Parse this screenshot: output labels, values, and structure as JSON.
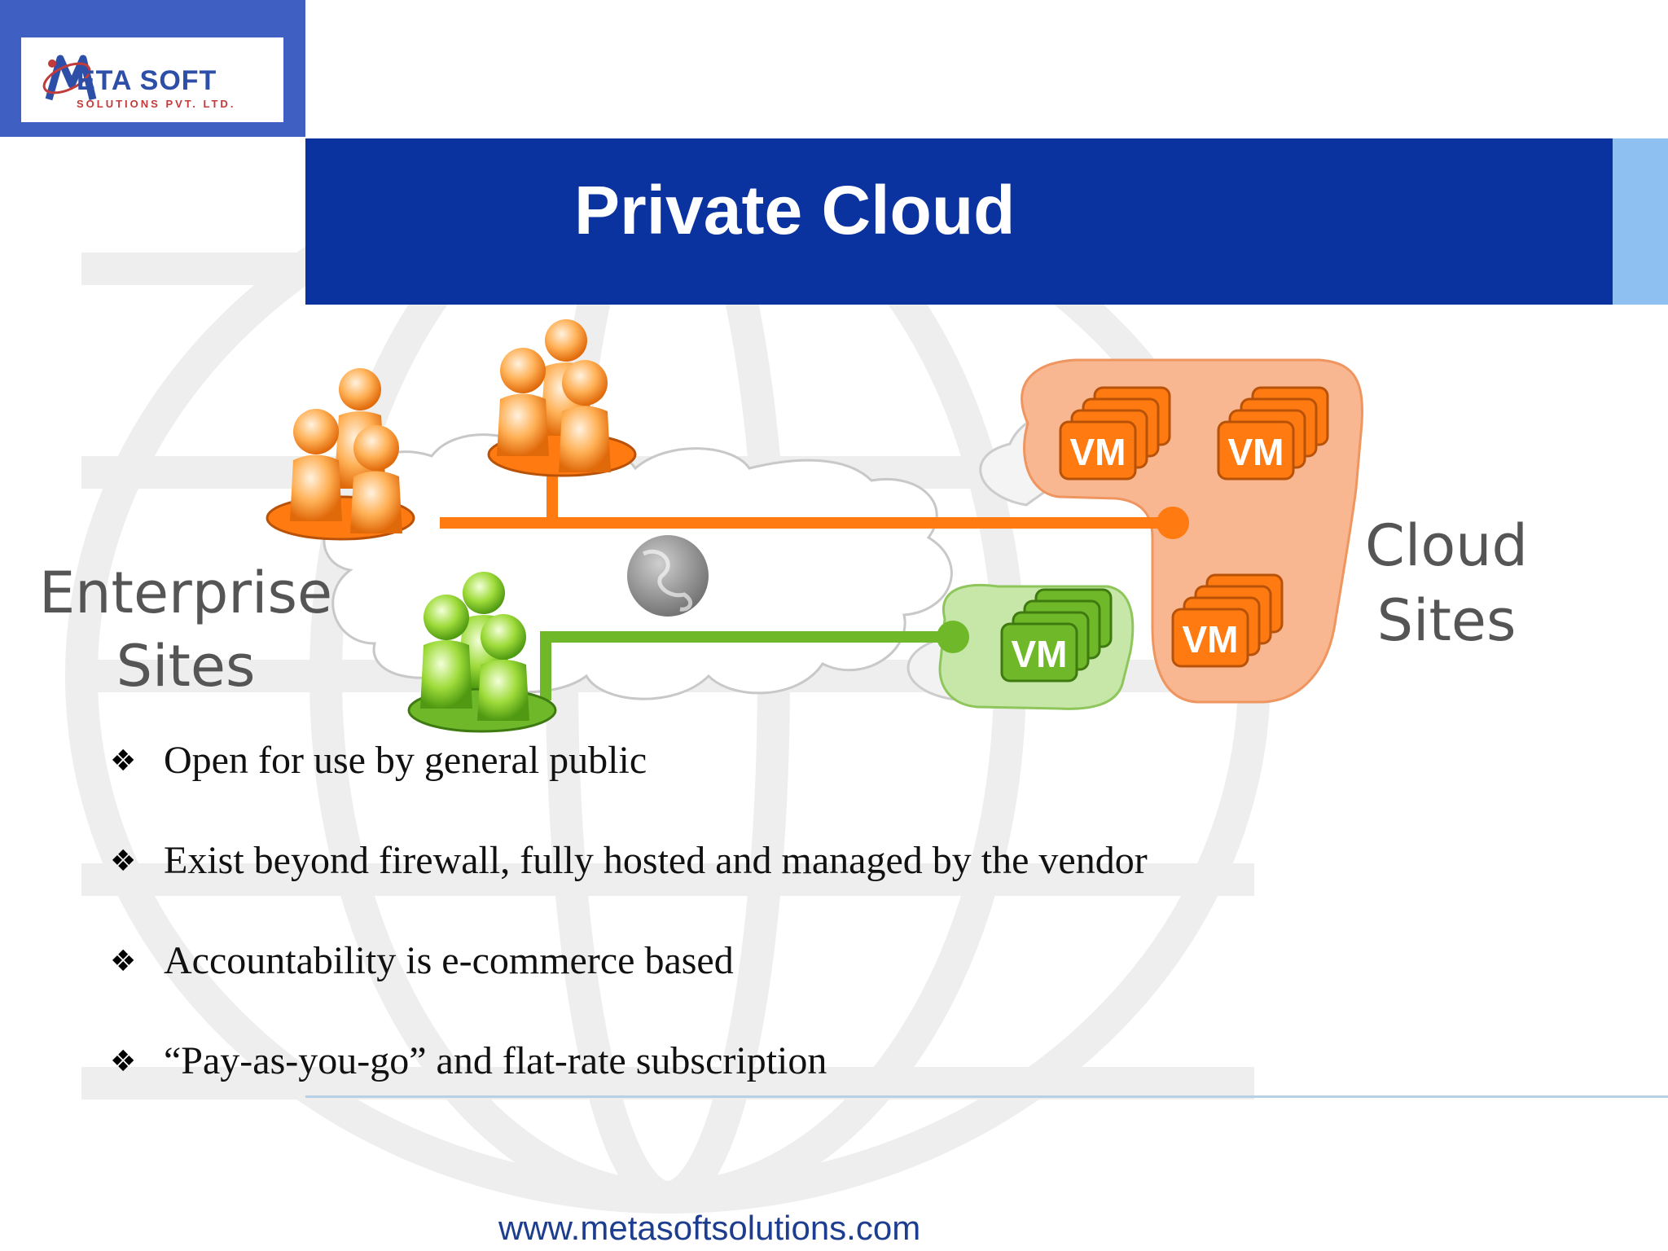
{
  "logo": {
    "name": "ETA SOFT",
    "tagline": "SOLUTIONS PVT. LTD."
  },
  "slide": {
    "title": "Private Cloud"
  },
  "diagram": {
    "left_label_line1": "Enterprise",
    "left_label_line2": "Sites",
    "right_label_line1": "Cloud",
    "right_label_line2": "Sites",
    "vm_label": "VM"
  },
  "bullets": [
    "Open for use by general public",
    "Exist beyond firewall, fully hosted and managed by the vendor",
    "Accountability is e-commerce based",
    "“Pay-as-you-go” and flat-rate subscription"
  ],
  "footer": {
    "url": "www.metasoftsolutions.com"
  },
  "colors": {
    "title_bar": "#0b33a0",
    "corner_block": "#3f5fc2",
    "orange": "#ff7a10",
    "green": "#6fb82a",
    "cloud_orange": "#f7b48a",
    "cloud_green": "#bfe3a2"
  },
  "icons": [
    "meta-soft-logo",
    "people-group-icon",
    "globe-icon",
    "vm-stack-icon",
    "bullet-diamond-icon"
  ]
}
